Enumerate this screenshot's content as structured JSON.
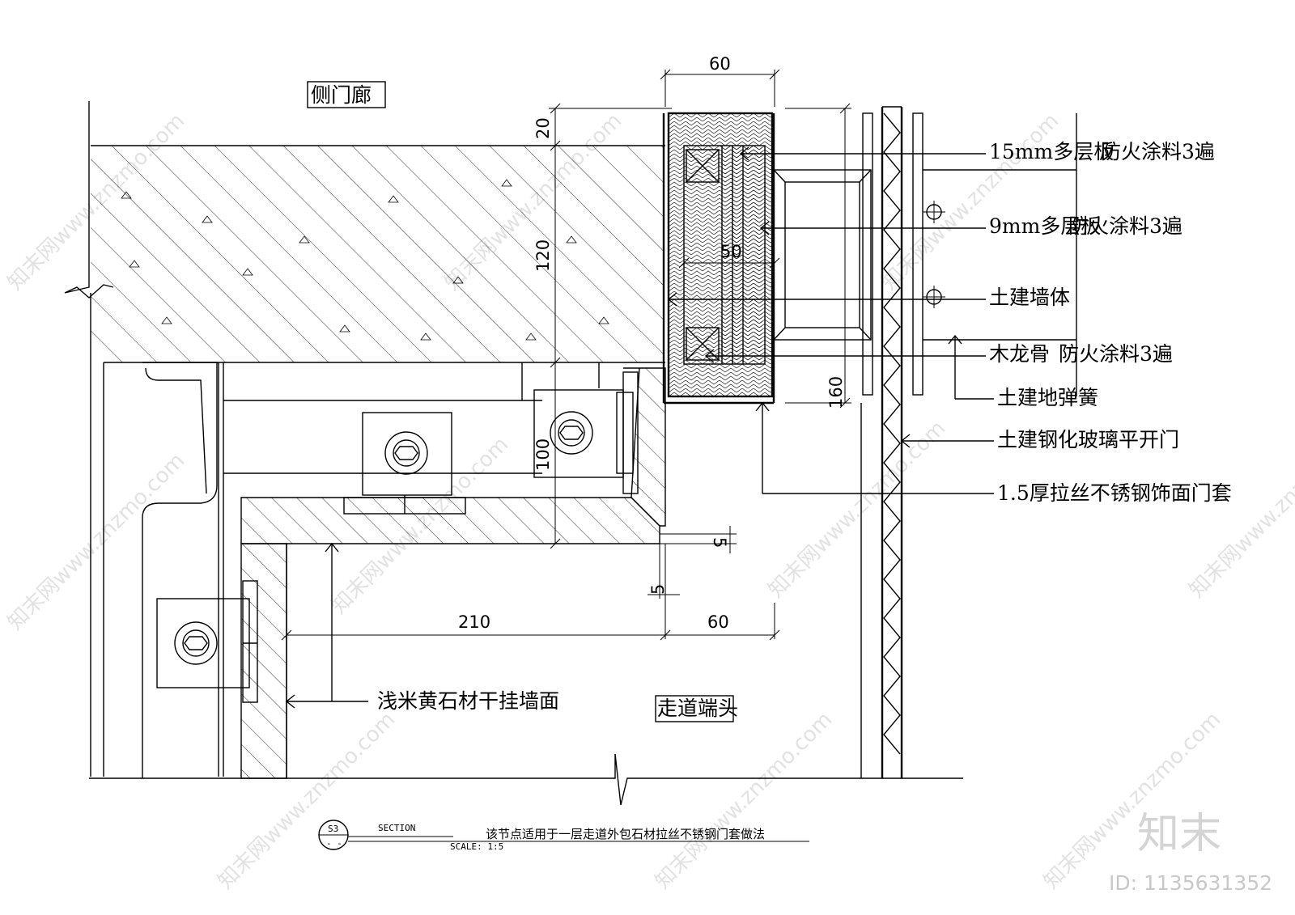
{
  "rooms": {
    "side_corridor": "侧门廊",
    "corridor_end": "走道端头"
  },
  "dimensions": {
    "top_width": "60",
    "wall_top": "20",
    "wall_thickness": "120",
    "inner_width": "50",
    "frame_height": "160",
    "bracket_height": "100",
    "gap_a": "5",
    "gap_b": "5",
    "stone_length": "210",
    "casing_width": "60"
  },
  "callouts": [
    "15mm多层板",
    "防火涂料3遍",
    "9mm多层板",
    "防火涂料3遍",
    "土建墙体",
    "木龙骨",
    "防火涂料3遍",
    "土建地弹簧",
    "土建钢化玻璃平开门",
    "1.5厚拉丝不锈钢饰面门套",
    "浅米黄石材干挂墙面"
  ],
  "title_block": {
    "symbol": "S3",
    "symbol_sub": "- -",
    "heading": "SECTION",
    "scale": "SCALE:  1:5",
    "description": "该节点适用于一层走道外包石材拉丝不锈钢门套做法"
  },
  "watermark": {
    "text": "知末网www.znzmo.com",
    "brand": "知末",
    "id": "ID: 1135631352"
  }
}
